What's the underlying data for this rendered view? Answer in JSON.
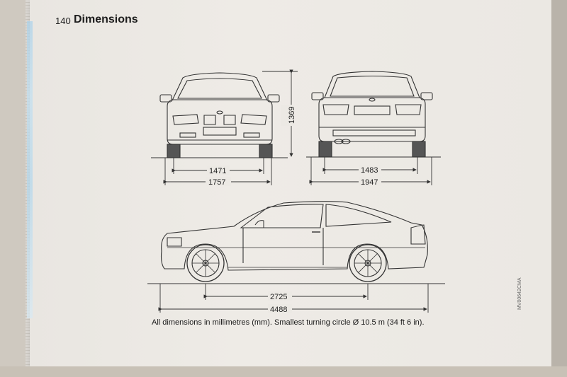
{
  "page": {
    "number": "140",
    "title": "Dimensions",
    "caption": "All dimensions in millimetres (mm). Smallest turning circle Ø 10.5 m (34 ft 6 in).",
    "figure_code": "MV00642CMA"
  },
  "dimensions": {
    "height": "1369",
    "front_track": "1471",
    "front_width": "1757",
    "rear_track": "1483",
    "rear_width": "1947",
    "wheelbase": "2725",
    "length": "4488"
  }
}
